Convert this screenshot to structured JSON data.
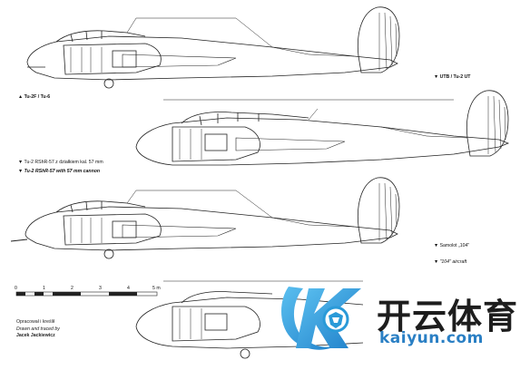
{
  "labels": {
    "tu2f": "▲ Tu-2F / Tu-6",
    "utb": "▼ UTB / Tu-2 UT",
    "rshr_pl": "▼ Tu-2 RShR-57 z działkiem kal. 57 mm",
    "rshr_en": "▼ Tu-2 RShR-57 with 57 mm cannon",
    "samolot_pl": "▼ Samolot „104\"",
    "samolot_en": "▼ \"104\" aircraft"
  },
  "scale": {
    "ticks": [
      "0",
      "1",
      "2",
      "3",
      "4",
      "5 m"
    ]
  },
  "credits": {
    "line1": "Opracował i kreślił",
    "line2": "Drawn and traced by",
    "line3": "Jacek Jackiewicz"
  },
  "watermark": {
    "brand": "开云体育",
    "url": "kaiyun.com",
    "brand_color": "#1d1d1d",
    "url_color": "#2a7fc4",
    "logo_color": "#2a9ad8"
  }
}
